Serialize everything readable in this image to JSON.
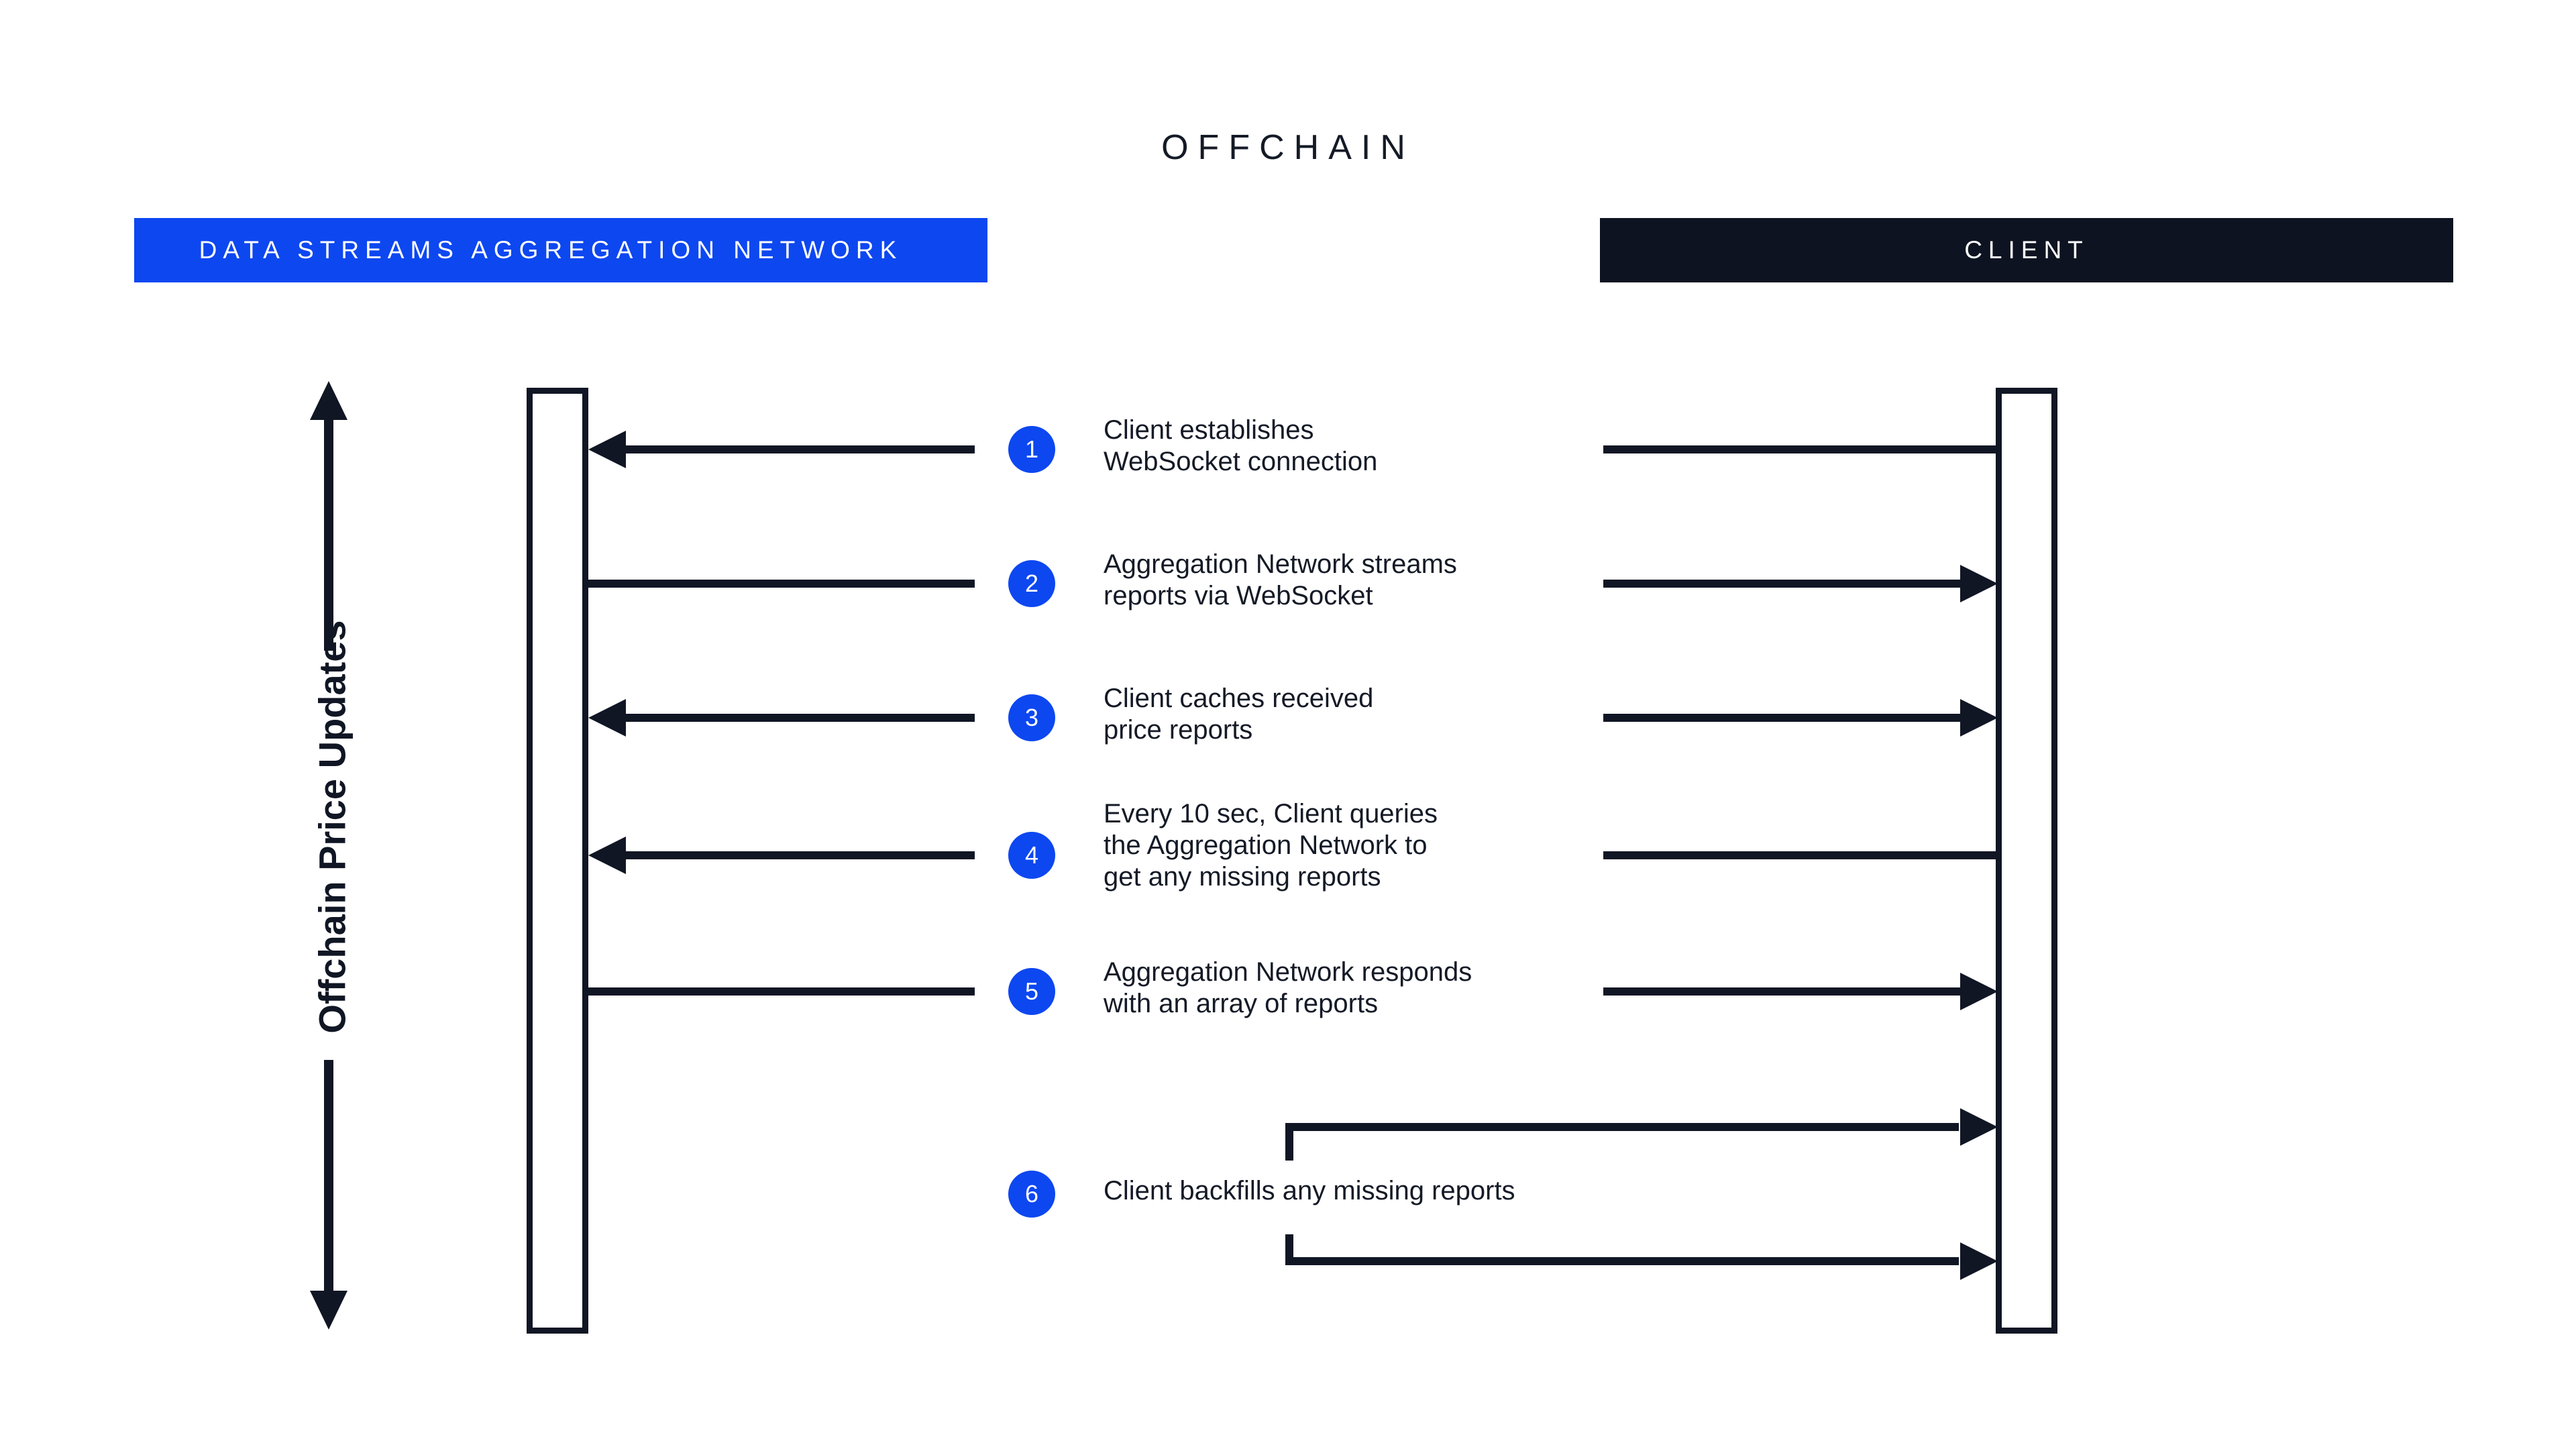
{
  "diagram": {
    "title": "OFFCHAIN",
    "vertical_axis_label": "Offchain Price Updates",
    "accent_color": "#0d47f0",
    "dark_color": "#0d1320",
    "background_color": "#ffffff"
  },
  "actors": [
    {
      "id": "network",
      "label": "DATA STREAMS AGGREGATION NETWORK",
      "bar_color": "#0d47f0",
      "text_color": "#ffffff"
    },
    {
      "id": "client",
      "label": "CLIENT",
      "bar_color": "#0d1320",
      "text_color": "#ffffff"
    }
  ],
  "steps": [
    {
      "number": "1",
      "text": "Client establishes WebSocket connection",
      "lines": [
        "Client establishes",
        "WebSocket connection"
      ],
      "direction": "client-to-network"
    },
    {
      "number": "2",
      "text": "Aggregation Network streams reports via WebSocket",
      "lines": [
        "Aggregation Network streams",
        "reports via WebSocket"
      ],
      "direction": "network-to-client"
    },
    {
      "number": "3",
      "text": "Client caches received price reports",
      "lines": [
        "Client caches received",
        "price reports"
      ],
      "direction": "client-to-network"
    },
    {
      "number": "4",
      "text": "Every 10 sec, Client queries the Aggregation Network to get any missing reports",
      "lines": [
        "Every 10 sec, Client queries",
        "the Aggregation Network to",
        "get any missing reports"
      ],
      "direction": "client-to-network"
    },
    {
      "number": "5",
      "text": "Aggregation Network responds with an array of reports",
      "lines": [
        "Aggregation Network responds",
        "with an array of reports"
      ],
      "direction": "network-to-client"
    },
    {
      "number": "6",
      "text": "Client backfills any missing reports",
      "lines": [
        "Client backfills any missing reports"
      ],
      "direction": "client-self-loop"
    }
  ]
}
